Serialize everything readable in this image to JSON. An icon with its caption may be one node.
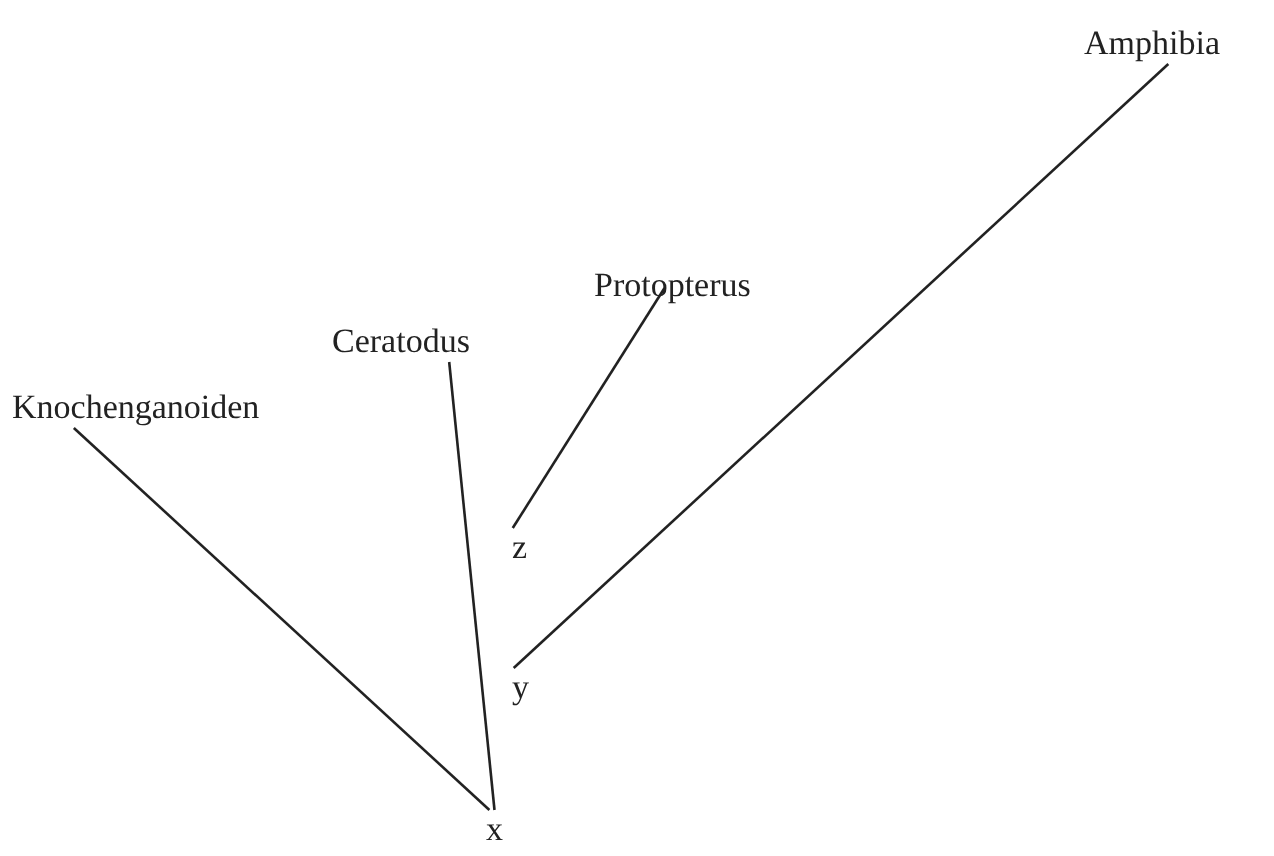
{
  "diagram": {
    "nodes": [
      {
        "text": [
          "Amphibia"
        ]
      },
      {
        "text": [
          "Protopterus"
        ]
      },
      {
        "text": [
          "Ceratodus"
        ]
      },
      {
        "text": [
          "Knochenganoiden"
        ]
      },
      {
        "text": [
          "z"
        ]
      },
      {
        "text": [
          "y"
        ]
      },
      {
        "text": [
          "x"
        ]
      }
    ],
    "edges": [
      {
        "from": 6,
        "to": 2,
        "arrow": "none"
      },
      {
        "from": 6,
        "to": 3,
        "arrow": "none"
      },
      {
        "from": 5,
        "to": 0,
        "arrow": "none"
      },
      {
        "from": 4,
        "to": 1,
        "arrow": "none"
      }
    ]
  }
}
